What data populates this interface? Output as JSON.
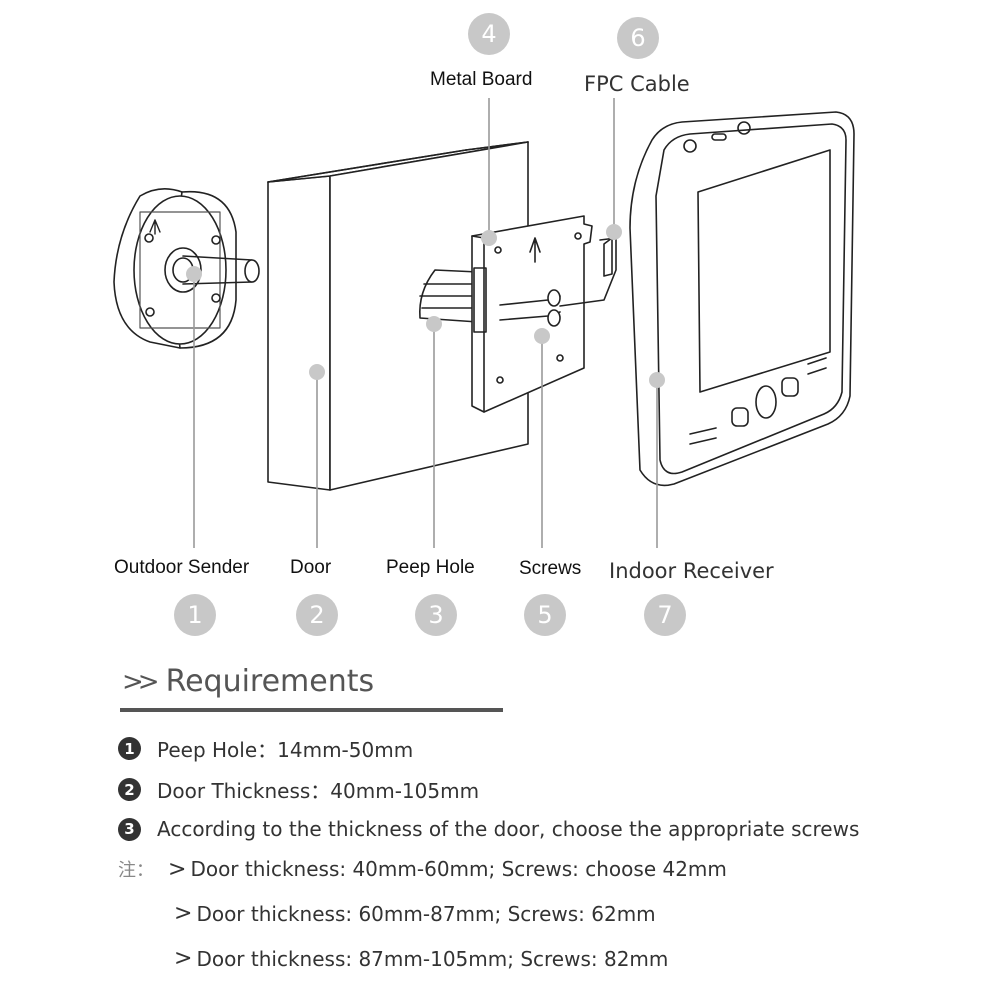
{
  "callouts": {
    "top": [
      {
        "num": "4",
        "label": "Metal Board"
      },
      {
        "num": "6",
        "label": "FPC Cable"
      }
    ],
    "bottom": [
      {
        "num": "1",
        "label": "Outdoor Sender"
      },
      {
        "num": "2",
        "label": "Door"
      },
      {
        "num": "3",
        "label": "Peep Hole"
      },
      {
        "num": "5",
        "label": "Screws"
      },
      {
        "num": "7",
        "label": "Indoor Receiver"
      }
    ]
  },
  "requirements": {
    "chevron": ">>",
    "title": "Requirements",
    "items": [
      {
        "num": "1",
        "text": "Peep Hole：14mm-50mm"
      },
      {
        "num": "2",
        "text": "Door Thickness：40mm-105mm"
      },
      {
        "num": "3",
        "text": "According to the thickness of the door, choose the appropriate screws"
      }
    ],
    "note_label": "注：",
    "notes": [
      {
        "chevron": ">",
        "text": "Door thickness: 40mm-60mm; Screws: choose 42mm"
      },
      {
        "chevron": ">",
        "text": "Door thickness: 60mm-87mm; Screws: 62mm"
      },
      {
        "chevron": ">",
        "text": "Door thickness: 87mm-105mm; Screws: 82mm"
      }
    ]
  },
  "colors": {
    "badge": "#c8c8c8",
    "line": "#9a9a9a",
    "heading": "#555555",
    "text": "#333333"
  }
}
